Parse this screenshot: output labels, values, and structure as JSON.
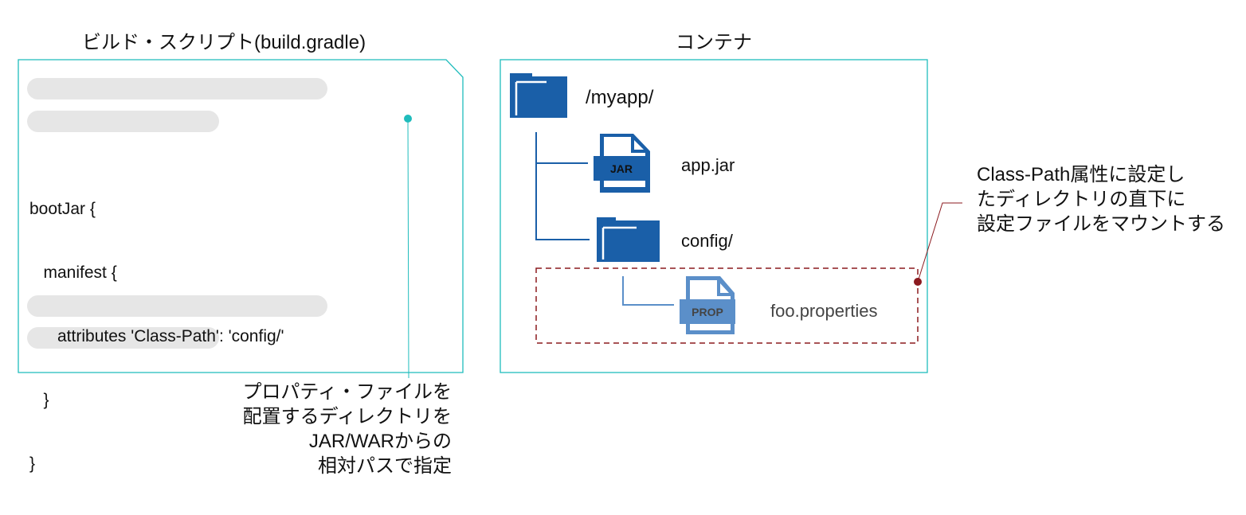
{
  "build_script": {
    "title": "ビルド・スクリプト(build.gradle)",
    "code_lines": [
      "bootJar {",
      "   manifest {",
      "      attributes 'Class-Path': 'config/'",
      "   }",
      "}"
    ]
  },
  "container": {
    "title": "コンテナ",
    "tree": {
      "root": {
        "label": "/myapp/",
        "icon": "folder-icon"
      },
      "app_jar": {
        "label": "app.jar",
        "icon": "jar-file-icon",
        "badge": "JAR"
      },
      "config": {
        "label": "config/",
        "icon": "folder-icon"
      },
      "properties": {
        "label": "foo.properties",
        "icon": "prop-file-icon",
        "badge": "PROP"
      }
    }
  },
  "callouts": {
    "classpath_note": [
      "プロパティ・ファイルを",
      "配置するディレクトリを",
      "JAR/WARからの",
      "相対パスで指定"
    ],
    "mount_note": [
      "Class-Path属性に設定し",
      "たディレクトリの直下に",
      "設定ファイルをマウントする"
    ]
  },
  "colors": {
    "frame": "#1fbcbc",
    "folder": "#1a5fa8",
    "prop": "#5b8fc9",
    "highlight": "#8b1a1f",
    "placeholder": "#e6e6e6"
  }
}
